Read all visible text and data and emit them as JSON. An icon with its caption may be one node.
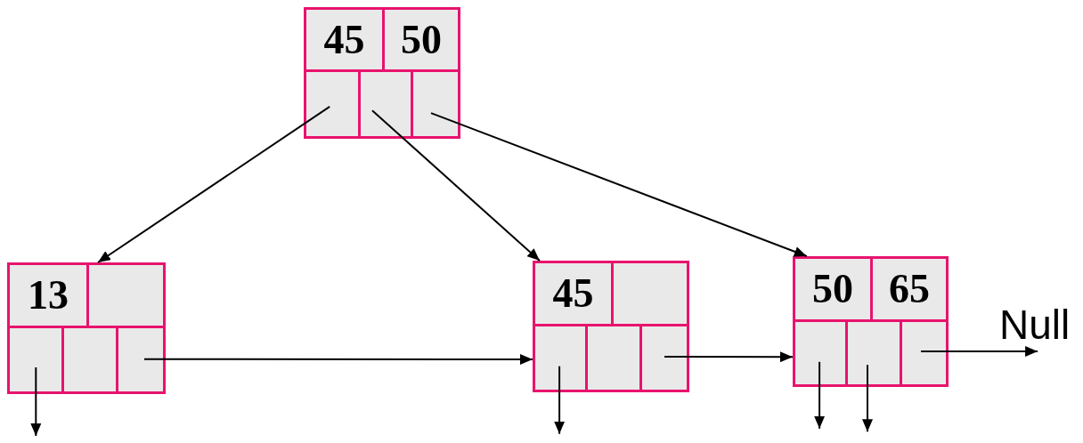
{
  "diagram": {
    "nodes": [
      {
        "text": [],
        "shape": "box"
      },
      {
        "text": [
          "45"
        ],
        "in": 0
      },
      {
        "text": [
          "50"
        ],
        "in": 0
      },
      {
        "text": [],
        "shape": "box",
        "in": 0
      },
      {
        "text": [],
        "shape": "box",
        "in": 0
      },
      {
        "text": [],
        "shape": "box",
        "in": 0
      },
      {
        "text": [],
        "shape": "box"
      },
      {
        "text": [
          "13"
        ],
        "in": 6
      },
      {
        "text": [],
        "shape": "box",
        "in": 6
      },
      {
        "text": [],
        "shape": "box",
        "in": 6
      },
      {
        "text": [],
        "shape": "box",
        "in": 6
      },
      {
        "text": [],
        "shape": "box",
        "in": 6
      },
      {
        "text": [],
        "shape": "box"
      },
      {
        "text": [
          "45"
        ],
        "in": 12
      },
      {
        "text": [],
        "shape": "box",
        "in": 12
      },
      {
        "text": [],
        "shape": "box",
        "in": 12
      },
      {
        "text": [],
        "shape": "box",
        "in": 12
      },
      {
        "text": [],
        "shape": "box",
        "in": 12
      },
      {
        "text": [],
        "shape": "box"
      },
      {
        "text": [
          "50"
        ],
        "in": 18
      },
      {
        "text": [
          "65"
        ],
        "in": 18
      },
      {
        "text": [],
        "shape": "box",
        "in": 18
      },
      {
        "text": [],
        "shape": "box",
        "in": 18
      },
      {
        "text": [],
        "shape": "box",
        "in": 18
      },
      {
        "text": [
          "Null"
        ]
      }
    ],
    "edges": [
      {
        "from": 3,
        "to": 6,
        "arrow": "to"
      },
      {
        "from": 4,
        "to": 12,
        "arrow": "to"
      },
      {
        "from": 5,
        "to": 18,
        "arrow": "to"
      },
      {
        "from": 11,
        "to": 12,
        "arrow": "to"
      },
      {
        "from": 17,
        "to": 18,
        "arrow": "to"
      },
      {
        "from": 23,
        "to": 24,
        "arrow": "to"
      },
      {
        "from": 9,
        "to": null,
        "arrow": "to"
      },
      {
        "from": 15,
        "to": null,
        "arrow": "to"
      },
      {
        "from": 21,
        "to": null,
        "arrow": "to"
      },
      {
        "from": 22,
        "to": null,
        "arrow": "to"
      }
    ]
  }
}
